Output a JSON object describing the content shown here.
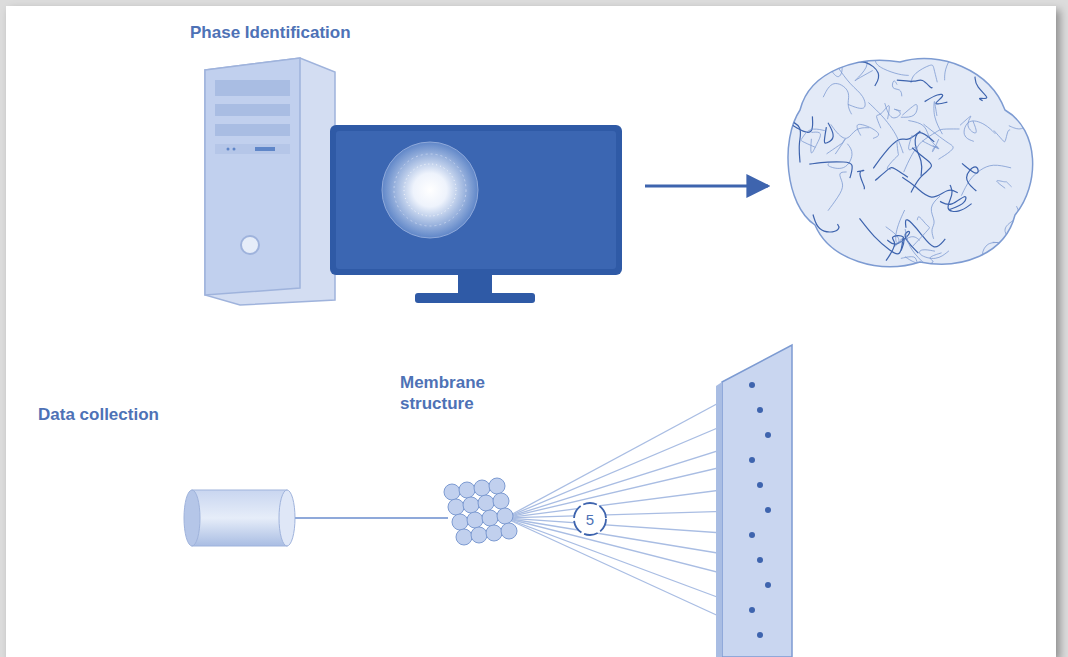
{
  "diagram": {
    "title": "Phase Identification",
    "nodes": [
      {
        "text": [
          "5"
        ]
      }
    ],
    "edges": [],
    "labels": [
      "Data collection",
      "Membrane structure"
    ]
  }
}
